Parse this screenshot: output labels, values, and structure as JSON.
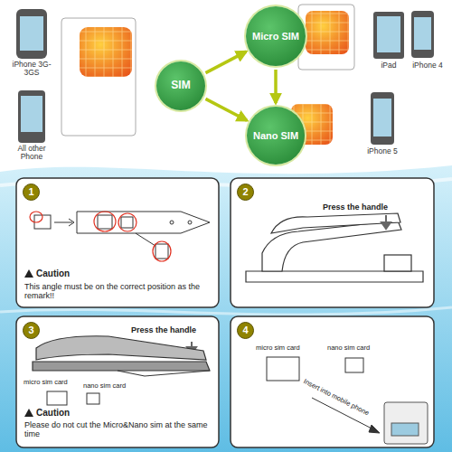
{
  "diagram": {
    "nodes": [
      {
        "text": [
          "SIM"
        ]
      },
      {
        "text": [
          "Micro SIM"
        ]
      },
      {
        "text": [
          "Nano SIM"
        ]
      },
      {
        "text": [
          "Caution",
          "This angle must be on the correct position as the remark!!"
        ]
      },
      {
        "text": [
          "1"
        ],
        "in": 3
      },
      {
        "text": [
          "Press the handle"
        ]
      },
      {
        "text": [
          "2"
        ],
        "in": 5
      },
      {
        "text": [
          "Press the handle",
          "micro sim card",
          "nano sim card",
          "Caution",
          "Please do not cut the Micro&Nano sim at the same time"
        ]
      },
      {
        "text": [
          "3"
        ],
        "in": 7
      },
      {
        "text": [
          "micro sim card",
          "nano sim card",
          "Insert into mobile phone"
        ]
      },
      {
        "text": [
          "4"
        ],
        "in": 9
      }
    ],
    "edges": [
      {
        "from": 0,
        "to": 1,
        "arrow": "to"
      },
      {
        "from": 0,
        "to": 2,
        "arrow": "to"
      },
      {
        "from": 1,
        "to": 2,
        "arrow": "to"
      }
    ],
    "labels": [
      "iPhone 3G-3GS",
      "All other Phone",
      "iPad",
      "iPhone 4",
      "iPhone 5"
    ]
  }
}
